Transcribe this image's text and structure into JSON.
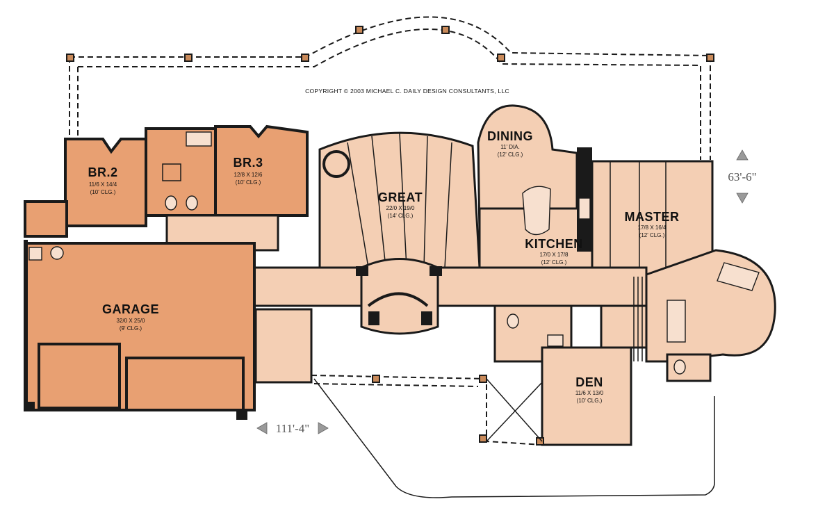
{
  "copyright": "COPYRIGHT © 2003 MICHAEL C. DAILY DESIGN CONSULTANTS, LLC",
  "dimensions": {
    "depth": "63'-6\"",
    "width": "111'-4\""
  },
  "rooms": {
    "br2": {
      "name": "BR.2",
      "size": "11/6 X 14/4",
      "ceiling": "(10' CLG.)"
    },
    "br3": {
      "name": "BR.3",
      "size": "12/8 X 12/6",
      "ceiling": "(10' CLG.)"
    },
    "great": {
      "name": "GREAT",
      "size": "22/0 X 19/0",
      "ceiling": "(14' CLG.)"
    },
    "dining": {
      "name": "DINING",
      "size": "11' DIA.",
      "ceiling": "(12' CLG.)"
    },
    "kitchen": {
      "name": "KITCHEN",
      "size": "17/0 X 17/8",
      "ceiling": "(12' CLG.)"
    },
    "master": {
      "name": "MASTER",
      "size": "17/8 X 16/4",
      "ceiling": "(12' CLG.)"
    },
    "garage": {
      "name": "GARAGE",
      "size": "32/0 X 25/0",
      "ceiling": "(9' CLG.)"
    },
    "den": {
      "name": "DEN",
      "size": "11/6 X 13/0",
      "ceiling": "(10' CLG.)"
    }
  }
}
